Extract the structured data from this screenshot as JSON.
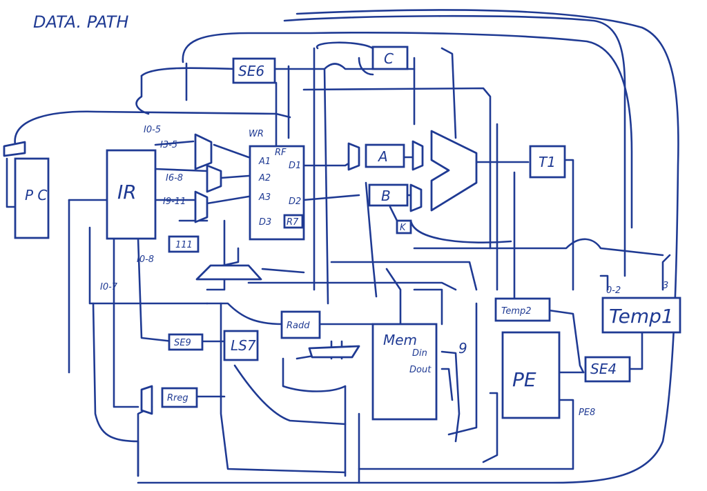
{
  "title": "DATA. PATH",
  "ink_color": "#1f3a93",
  "blocks": {
    "pc": "P C",
    "ir": "IR",
    "se6": "SE6",
    "c": "C",
    "a": "A",
    "b": "B",
    "k": "K",
    "t1": "T1",
    "se9": "SE9",
    "ls7": "LS7",
    "radd": "Radd",
    "mem": "Mem",
    "rreg": "Rreg",
    "temp2": "Temp2",
    "pe": "PE",
    "se4": "SE4",
    "temp1": "Temp1",
    "const": "111",
    "r7": "R7"
  },
  "rf": {
    "name": "RF",
    "wr": "WR",
    "a1": "A1",
    "a2": "A2",
    "a3": "A3",
    "d3": "D3",
    "d1": "D1",
    "d2": "D2"
  },
  "mem_ports": {
    "din": "Din",
    "dout": "Dout"
  },
  "bit_labels": {
    "i0_5": "I0-5",
    "i3_5": "I3-5",
    "i6_8": "I6-8",
    "i9_11": "I9-11",
    "i0_8": "I0-8",
    "i0_7": "I0-7",
    "t1_0_2": "0-2",
    "t1_3": "3",
    "pe8": "PE8",
    "nine": "9"
  }
}
